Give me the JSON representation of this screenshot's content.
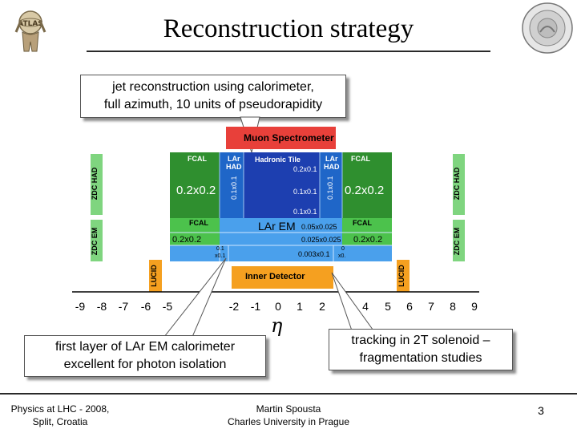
{
  "slide": {
    "title": "Reconstruction strategy",
    "page_number": "3"
  },
  "callouts": {
    "top_line1": "jet reconstruction using calorimeter,",
    "top_line2": "full azimuth, 10 units of pseudorapidity",
    "left_line1": "first layer of LAr EM calorimeter",
    "left_line2": "excellent for photon isolation",
    "right_line1": "tracking in 2T solenoid –",
    "right_line2": "fragmentation studies"
  },
  "detector": {
    "muon_spectrometer": "Muon Spectrometer",
    "hadronic_tile": "Hadronic Tile",
    "fcal_left": "FCAL",
    "fcal_right": "FCAL",
    "fcal_em_left": "FCAL",
    "fcal_em_right": "FCAL",
    "lar_had_left_1": "LAr",
    "lar_had_left_2": "HAD",
    "lar_had_right_1": "LAr",
    "lar_had_right_2": "HAD",
    "fcal_gran_left": "0.2x0.2",
    "fcal_gran_right": "0.2x0.2",
    "hec_gran_left": "0.1x0.1",
    "hec_gran_right": "0.1x0.1",
    "tile_gran_1": "0.2x0.1",
    "tile_gran_2": "0.1x0.1",
    "tile_gran_3": "0.1x0.1",
    "lar_em": "LAr EM",
    "em_gran_1": "0.05x0.025",
    "em_gran_2": "0.025x0.025",
    "em_gran_3": "0.003x0.1",
    "em_fcal_gran_left": "0.2x0.2",
    "em_fcal_gran_right": "0.2x0.2",
    "presampler_left_1": "0.1",
    "presampler_left_2": "x0.1",
    "presampler_right_1": "0",
    "presampler_right_2": "x0.",
    "zdc_had_left": "ZDC HAD",
    "zdc_em_left": "ZDC EM",
    "zdc_had_right": "ZDC HAD",
    "zdc_em_right": "ZDC EM",
    "lucid_left": "LUCID",
    "lucid_right": "LUCID",
    "inner_detector": "Inner Detector",
    "eta_symbol": "η"
  },
  "axis": {
    "ticks": [
      "-9",
      "-8",
      "-7",
      "-6",
      "-5",
      "-2",
      "-1",
      "0",
      "1",
      "2",
      "4",
      "5",
      "6",
      "7",
      "8",
      "9"
    ]
  },
  "footer": {
    "left_line1": "Physics at LHC - 2008,",
    "left_line2": "Split, Croatia",
    "center_line1": "Martin Spousta",
    "center_line2": "Charles University in Prague"
  },
  "colors": {
    "fcal_green": "#2f8f2f",
    "em_fcal_green": "#4cc24c",
    "hec_blue": "#1f66c8",
    "tile_blue": "#1d3fb0",
    "em_blue": "#4aa0ec",
    "muon_red": "#e8403a",
    "inner_orange": "#f5a020",
    "zdc_green": "#7fd57f"
  }
}
